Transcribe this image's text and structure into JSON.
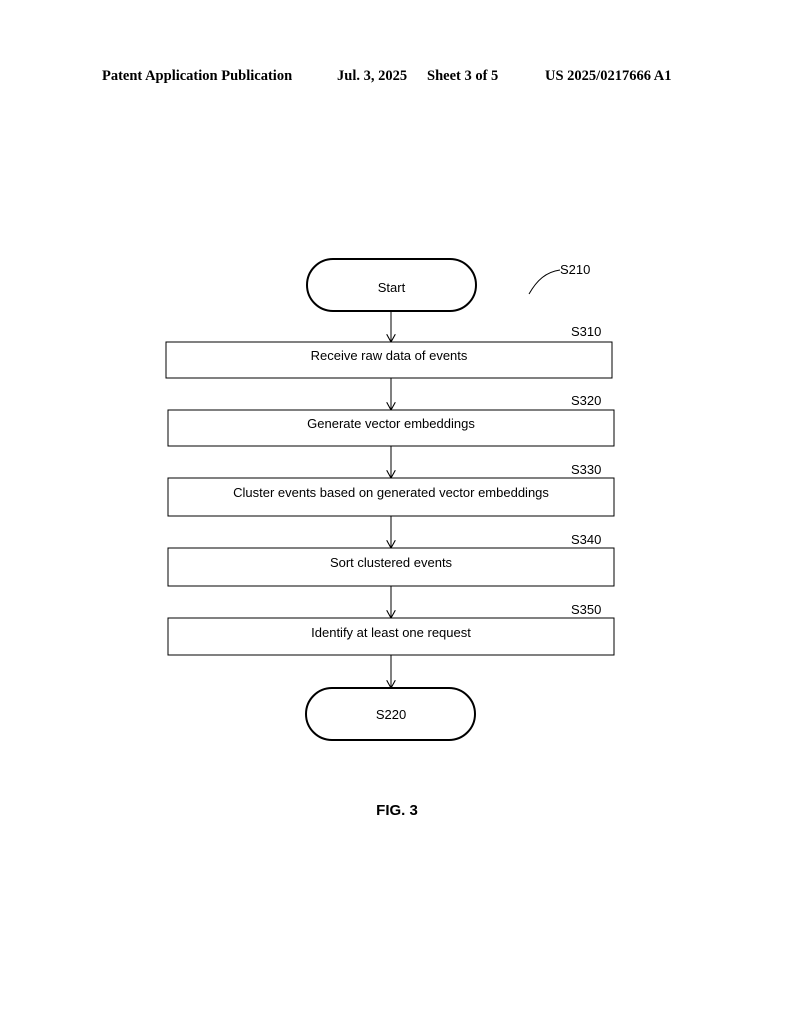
{
  "header": {
    "publication": "Patent Application Publication",
    "date": "Jul. 3, 2025",
    "sheet": "Sheet 3 of 5",
    "number": "US 2025/0217666 A1"
  },
  "flowchart": {
    "reference": "S210",
    "start": "Start",
    "steps": [
      {
        "id": "S310",
        "label": "Receive raw data of events"
      },
      {
        "id": "S320",
        "label": "Generate vector embeddings"
      },
      {
        "id": "S330",
        "label": "Cluster events based on generated vector embeddings"
      },
      {
        "id": "S340",
        "label": "Sort clustered events"
      },
      {
        "id": "S350",
        "label": "Identify at least one request"
      }
    ],
    "end": "S220"
  },
  "figure_label": "FIG. 3"
}
